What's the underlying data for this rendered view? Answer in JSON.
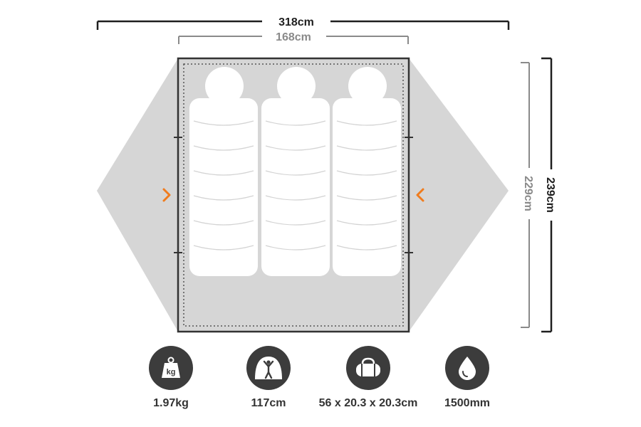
{
  "dimensions": {
    "outer_width": "318cm",
    "inner_width": "168cm",
    "inner_length": "229cm",
    "outer_length": "239cm"
  },
  "floor": {
    "sleeping_bags": 3,
    "door_markers": [
      "left-door",
      "right-door"
    ]
  },
  "specs": [
    {
      "icon": "weight-icon",
      "icon_text": "kg",
      "label": "1.97kg"
    },
    {
      "icon": "tent-height-icon",
      "label": "117cm"
    },
    {
      "icon": "duffel-bag-icon",
      "label": "56 x 20.3 x 20.3cm"
    },
    {
      "icon": "water-drop-icon",
      "label": "1500mm"
    }
  ],
  "colors": {
    "vestibule": "#d6d6d6",
    "floor": "#d6d6d6",
    "outline": "#333333",
    "sleeping_bag": "#ffffff",
    "bag_stitch": "#d3d3d3",
    "accent": "#f07c1e",
    "dark_line": "#1f1f1f",
    "gray_line": "#8a8a8a",
    "icon_bg": "#3c3c3c"
  }
}
